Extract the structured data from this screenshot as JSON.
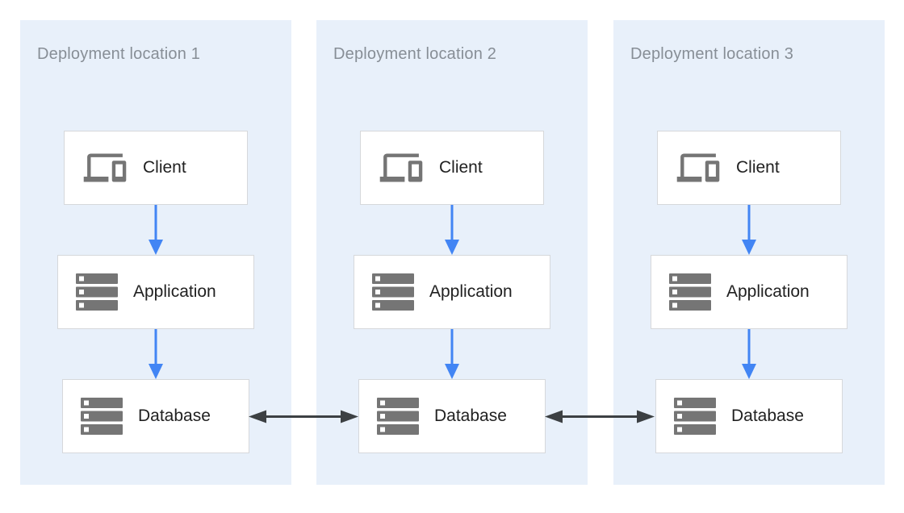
{
  "diagram": {
    "description": "Three identical deployment locations, each with a Client, Application and Database tier; databases replicate between locations",
    "panels": [
      {
        "label": "Deployment location 1",
        "nodes": [
          {
            "label": "Client",
            "icon": "devices-icon"
          },
          {
            "label": "Application",
            "icon": "servers-icon"
          },
          {
            "label": "Database",
            "icon": "servers-icon"
          }
        ]
      },
      {
        "label": "Deployment location 2",
        "nodes": [
          {
            "label": "Client",
            "icon": "devices-icon"
          },
          {
            "label": "Application",
            "icon": "servers-icon"
          },
          {
            "label": "Database",
            "icon": "servers-icon"
          }
        ]
      },
      {
        "label": "Deployment location 3",
        "nodes": [
          {
            "label": "Client",
            "icon": "devices-icon"
          },
          {
            "label": "Application",
            "icon": "servers-icon"
          },
          {
            "label": "Database",
            "icon": "servers-icon"
          }
        ]
      }
    ],
    "edges": [
      {
        "panel": 1,
        "from": "Client",
        "to": "Application",
        "type": "directed-down",
        "color": "#4285f4"
      },
      {
        "panel": 1,
        "from": "Application",
        "to": "Database",
        "type": "directed-down",
        "color": "#4285f4"
      },
      {
        "panel": 2,
        "from": "Client",
        "to": "Application",
        "type": "directed-down",
        "color": "#4285f4"
      },
      {
        "panel": 2,
        "from": "Application",
        "to": "Database",
        "type": "directed-down",
        "color": "#4285f4"
      },
      {
        "panel": 3,
        "from": "Client",
        "to": "Application",
        "type": "directed-down",
        "color": "#4285f4"
      },
      {
        "panel": 3,
        "from": "Application",
        "to": "Database",
        "type": "directed-down",
        "color": "#4285f4"
      },
      {
        "from": "Database (location 1)",
        "to": "Database (location 2)",
        "type": "bidirectional",
        "color": "#3c4043"
      },
      {
        "from": "Database (location 2)",
        "to": "Database (location 3)",
        "type": "bidirectional",
        "color": "#3c4043"
      }
    ],
    "colors": {
      "panel_background": "#e8f0fa",
      "node_background": "#ffffff",
      "node_border": "#d6d8db",
      "node_text": "#212121",
      "panel_label_text": "#878e96",
      "icon_gray": "#757575",
      "arrow_blue": "#4285f4",
      "arrow_dark": "#3c4043"
    }
  }
}
